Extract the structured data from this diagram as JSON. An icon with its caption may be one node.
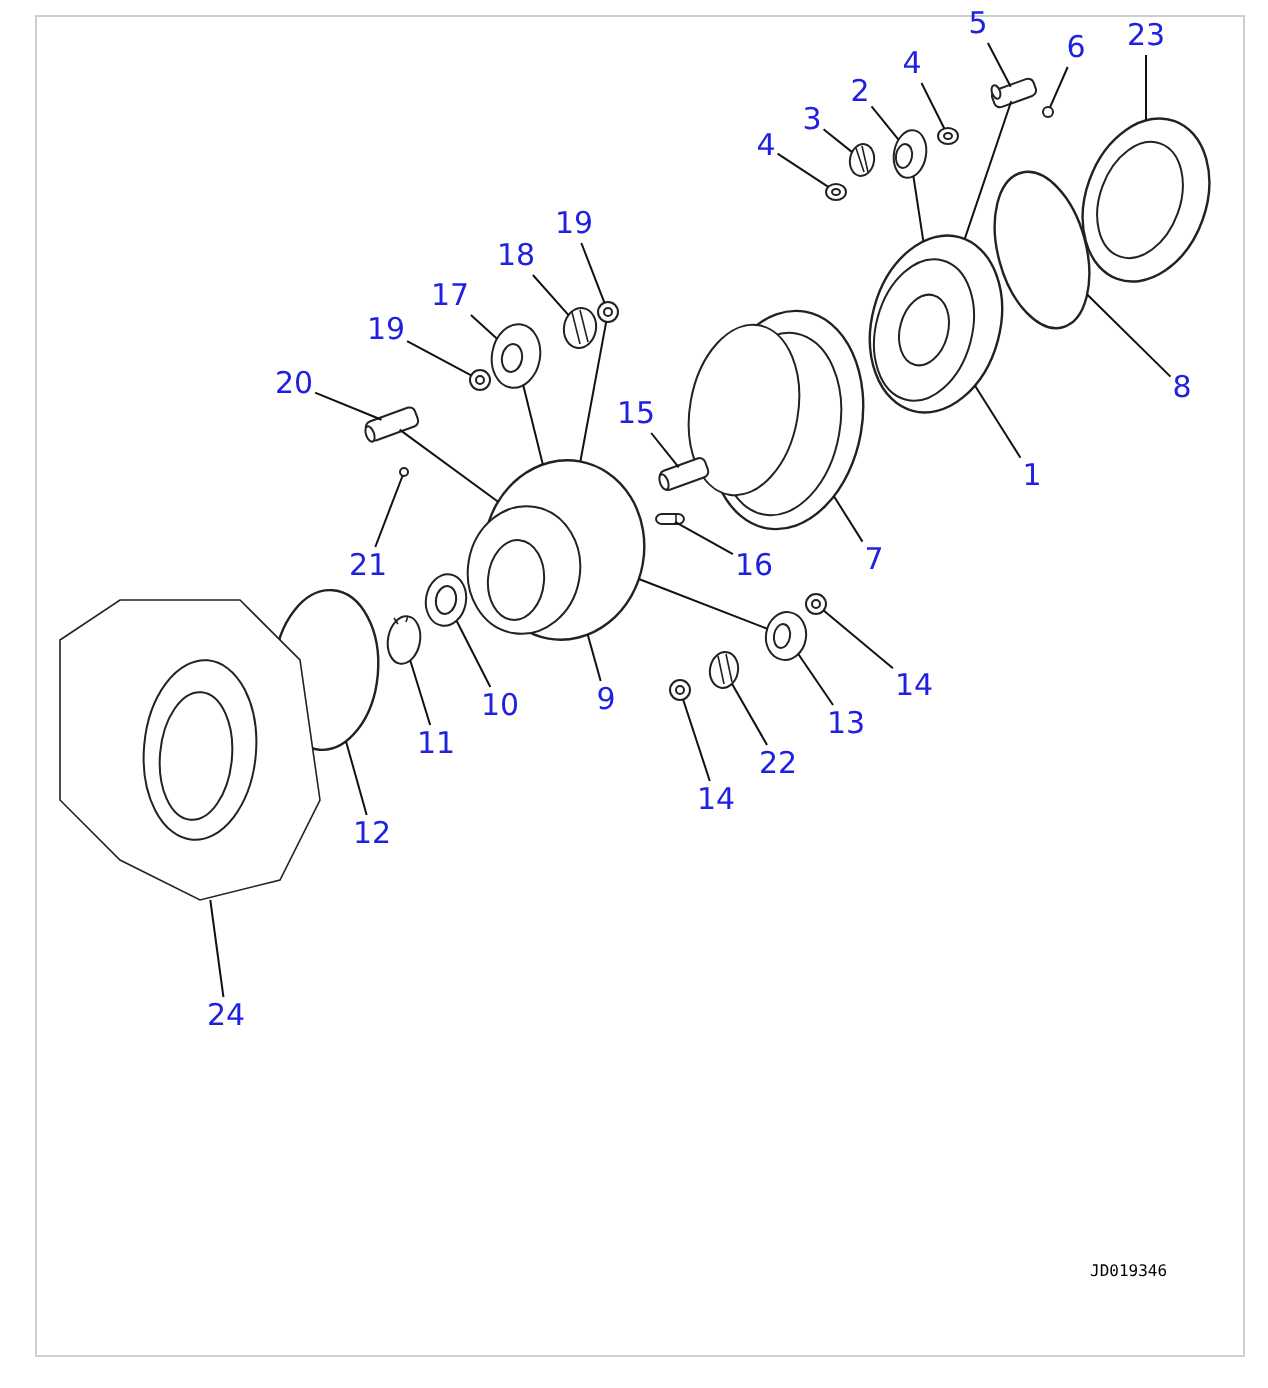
{
  "diagram": {
    "nodes": [
      {
        "text": [
          "5"
        ]
      },
      {
        "text": [
          "23"
        ]
      },
      {
        "text": [
          "6"
        ]
      },
      {
        "text": [
          "4"
        ]
      },
      {
        "text": [
          "2"
        ]
      },
      {
        "text": [
          "3"
        ]
      },
      {
        "text": [
          "4"
        ]
      },
      {
        "text": [
          "19"
        ]
      },
      {
        "text": [
          "18"
        ]
      },
      {
        "text": [
          "17"
        ]
      },
      {
        "text": [
          "19"
        ]
      },
      {
        "text": [
          "20"
        ]
      },
      {
        "text": [
          "15"
        ]
      },
      {
        "text": [
          "8"
        ]
      },
      {
        "text": [
          "1"
        ]
      },
      {
        "text": [
          "7"
        ]
      },
      {
        "text": [
          "16"
        ]
      },
      {
        "text": [
          "21"
        ]
      },
      {
        "text": [
          "14"
        ]
      },
      {
        "text": [
          "9"
        ]
      },
      {
        "text": [
          "10"
        ]
      },
      {
        "text": [
          "13"
        ]
      },
      {
        "text": [
          "11"
        ]
      },
      {
        "text": [
          "22"
        ]
      },
      {
        "text": [
          "14"
        ]
      },
      {
        "text": [
          "12"
        ]
      },
      {
        "text": [
          "24"
        ]
      },
      {
        "text": [],
        "shape": "picture"
      },
      {
        "text": [],
        "shape": "picture"
      },
      {
        "text": [],
        "shape": "circle"
      },
      {
        "text": [],
        "shape": "picture"
      },
      {
        "text": [],
        "shape": "picture"
      },
      {
        "text": [],
        "shape": "picture"
      },
      {
        "text": [],
        "shape": "picture"
      },
      {
        "text": [],
        "shape": "picture"
      },
      {
        "text": [],
        "shape": "picture"
      },
      {
        "text": [],
        "shape": "picture"
      },
      {
        "text": [],
        "shape": "picture"
      },
      {
        "text": [],
        "shape": "picture"
      },
      {
        "text": [],
        "shape": "picture"
      },
      {
        "text": [],
        "shape": "circle"
      },
      {
        "text": [],
        "shape": "picture"
      },
      {
        "text": [],
        "shape": "picture"
      },
      {
        "text": [],
        "shape": "picture"
      },
      {
        "text": [],
        "shape": "circle"
      },
      {
        "text": [],
        "shape": "picture"
      },
      {
        "text": [],
        "shape": "picture"
      },
      {
        "text": [],
        "shape": "picture"
      },
      {
        "text": [],
        "shape": "picture"
      },
      {
        "text": [],
        "shape": "picture"
      },
      {
        "text": [],
        "shape": "picture"
      },
      {
        "text": [],
        "shape": "picture"
      },
      {
        "text": [],
        "shape": "circle"
      },
      {
        "text": [],
        "shape": "picture"
      }
    ],
    "edges": [
      {
        "from": 0,
        "to": 27,
        "arrow": "none"
      },
      {
        "from": 1,
        "to": 28,
        "arrow": "none"
      },
      {
        "from": 2,
        "to": 29,
        "arrow": "none"
      },
      {
        "from": 3,
        "to": 30,
        "arrow": "none"
      },
      {
        "from": 4,
        "to": 31,
        "arrow": "none"
      },
      {
        "from": 5,
        "to": 32,
        "arrow": "none"
      },
      {
        "from": 6,
        "to": 33,
        "arrow": "none"
      },
      {
        "from": 7,
        "to": 34,
        "arrow": "none"
      },
      {
        "from": 8,
        "to": 35,
        "arrow": "none"
      },
      {
        "from": 9,
        "to": 36,
        "arrow": "none"
      },
      {
        "from": 10,
        "to": 37,
        "arrow": "none"
      },
      {
        "from": 11,
        "to": 38,
        "arrow": "none"
      },
      {
        "from": 12,
        "to": 39,
        "arrow": "none"
      },
      {
        "from": 13,
        "to": 40,
        "arrow": "none"
      },
      {
        "from": 14,
        "to": 41,
        "arrow": "none"
      },
      {
        "from": 15,
        "to": 42,
        "arrow": "none"
      },
      {
        "from": 16,
        "to": 43,
        "arrow": "none"
      },
      {
        "from": 17,
        "to": 44,
        "arrow": "none"
      },
      {
        "from": 18,
        "to": 45,
        "arrow": "none"
      },
      {
        "from": 19,
        "to": 46,
        "arrow": "none"
      },
      {
        "from": 20,
        "to": 47,
        "arrow": "none"
      },
      {
        "from": 21,
        "to": 48,
        "arrow": "none"
      },
      {
        "from": 22,
        "to": 49,
        "arrow": "none"
      },
      {
        "from": 23,
        "to": 50,
        "arrow": "none"
      },
      {
        "from": 24,
        "to": 51,
        "arrow": "none"
      },
      {
        "from": 25,
        "to": 52,
        "arrow": "none"
      },
      {
        "from": 26,
        "to": 53,
        "arrow": "none"
      },
      {
        "from": 31,
        "to": 41,
        "arrow": "none"
      },
      {
        "from": 27,
        "to": 41,
        "arrow": "none"
      },
      {
        "from": 36,
        "to": 46,
        "arrow": "none"
      },
      {
        "from": 34,
        "to": 46,
        "arrow": "none"
      },
      {
        "from": 38,
        "to": 46,
        "arrow": "none"
      },
      {
        "from": 46,
        "to": 48,
        "arrow": "none"
      }
    ],
    "labels": [
      "JD019346"
    ]
  }
}
